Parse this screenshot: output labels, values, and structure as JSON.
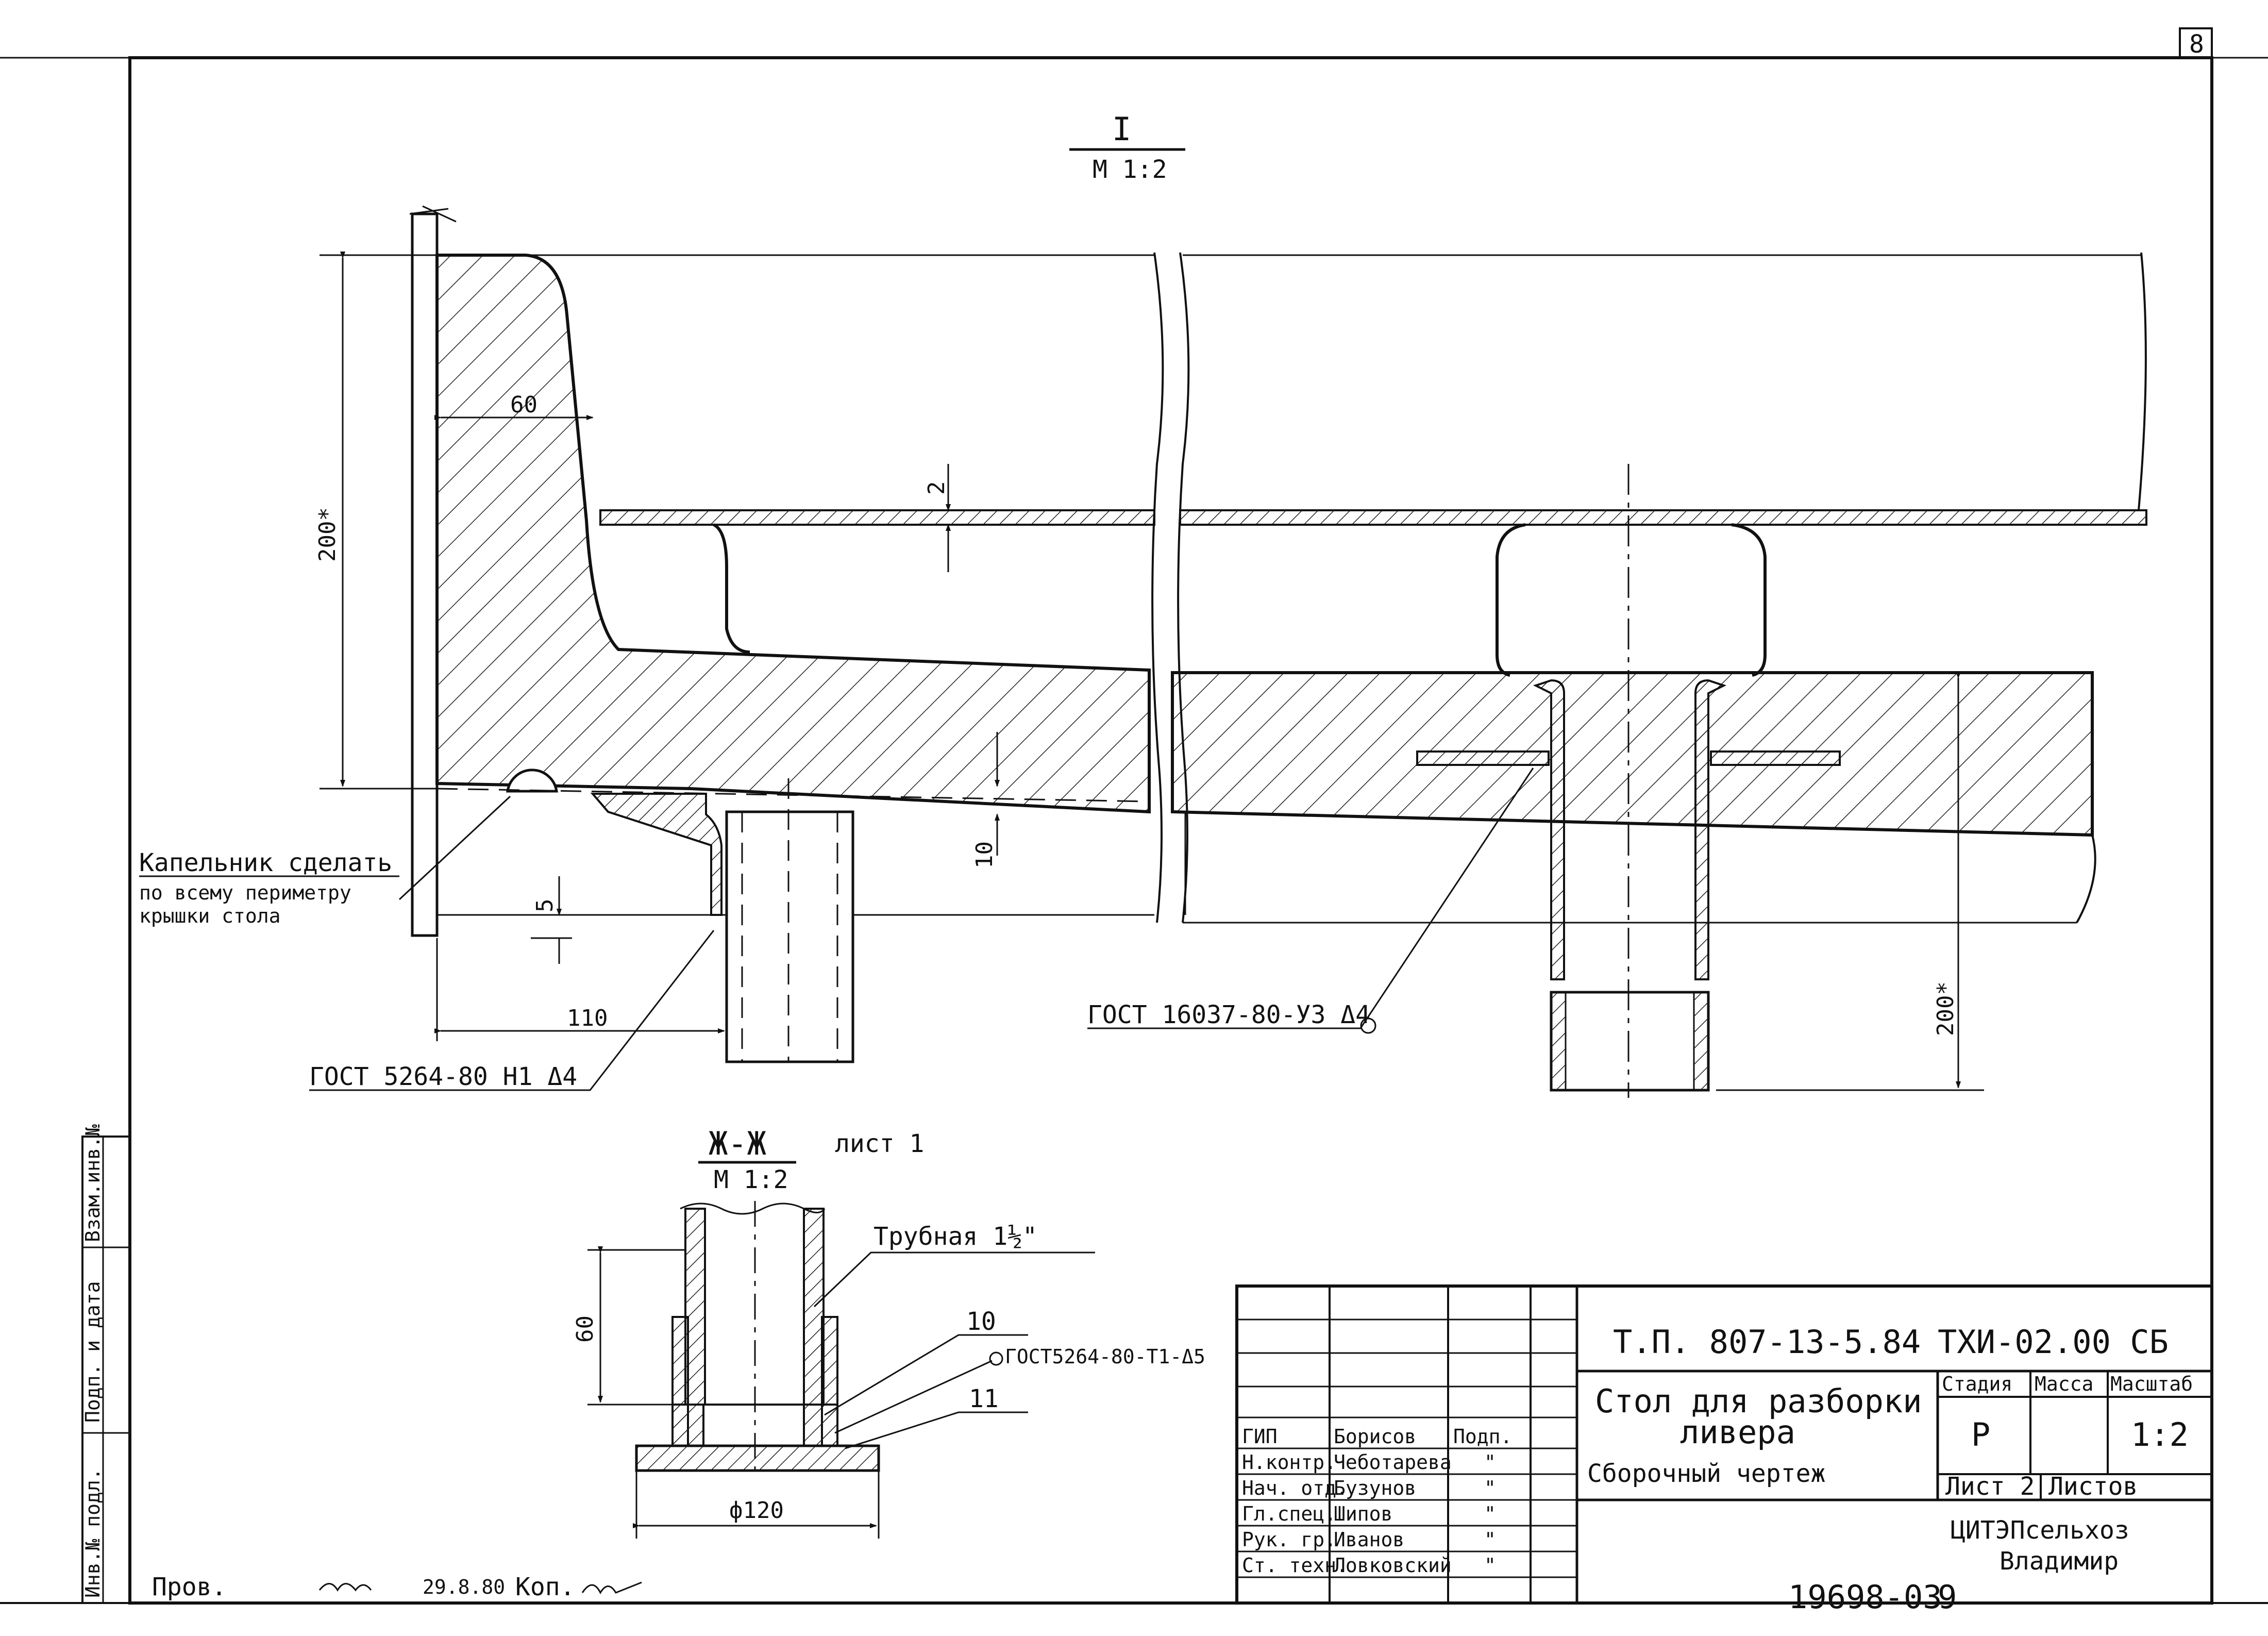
{
  "sheet_number": "8",
  "view_i": {
    "label": "I",
    "scale": "М 1:2"
  },
  "dimensions": {
    "height_left": "200*",
    "width_60": "60",
    "gap_2": "2",
    "depth_10": "10",
    "drip_5": "5",
    "offset_110": "110",
    "height_right": "200*"
  },
  "callouts": {
    "drip_note_line1": "Капельник сделать",
    "drip_note_line2": "по всему периметру",
    "drip_note_line3": "крышки стола",
    "weld_left": "ГОСТ 5264-80 Н1 Δ4",
    "weld_right": "ГОСТ 16037-80-У3 Δ4",
    "weld_section": "ГОСТ5264-80-Т1-Δ5"
  },
  "section_zh": {
    "label": "Ж-Ж",
    "scale": "М 1:2",
    "sheet_ref": "лист 1",
    "pipe_note": "Трубная 1½\"",
    "pos_10": "10",
    "pos_11": "11",
    "dim_60": "60",
    "dim_diameter": "ф120"
  },
  "side_stamp": {
    "cells": [
      "Взам.инв.№",
      "Подп. и дата",
      "Инв.№ подл."
    ]
  },
  "title_block": {
    "doc_code": "Т.П. 807-13-5.84",
    "doc_number": "ТХИ-02.00 СБ",
    "title_line1": "Стол для разборки",
    "title_line2": "ливера",
    "title_line3": "Сборочный   чертеж",
    "col_stage": "Стадия",
    "col_mass": "Масса",
    "col_scale": "Масштаб",
    "stage_value": "Р",
    "mass_value": "",
    "scale_value": "1:2",
    "sheet_label": "Лист 2",
    "sheets_label": "Листов",
    "organization_line1": "ЦИТЭПсельхоз",
    "organization_line2": "Владимир",
    "signatures": [
      {
        "role": "ГИП",
        "name": "Борисов",
        "sign": "Подп."
      },
      {
        "role": "Н.контр.",
        "name": "Чеботарева",
        "sign": "\""
      },
      {
        "role": "Нач. отд.",
        "name": "Бузунов",
        "sign": "\""
      },
      {
        "role": "Гл.спец.",
        "name": "Шипов",
        "sign": "\""
      },
      {
        "role": "Рук. гр.",
        "name": "Иванов",
        "sign": "\""
      },
      {
        "role": "Ст. техн.",
        "name": "Ловковский",
        "sign": "\""
      }
    ]
  },
  "footer": {
    "checked": "Пров.",
    "signature_note": "29.8.80",
    "copy_label": "Коп.",
    "archive_number": "19698-03",
    "page_number": "9"
  }
}
